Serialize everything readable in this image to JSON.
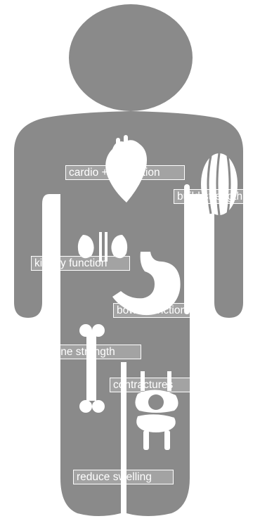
{
  "colors": {
    "body": "#8a8a8a",
    "organ": "#ffffff",
    "label_border": "#ffffff",
    "label_text": "#ffffff",
    "background": "#ffffff"
  },
  "icons": [
    "heart-icon",
    "forearm-muscle-icon",
    "kidneys-icon",
    "stomach-icon",
    "bone-icon",
    "knee-joint-icon"
  ],
  "labels": {
    "cardio": "cardio + circulation",
    "build_strength": "build strength",
    "kidney": "kidney function",
    "bowel": "bowel function",
    "bone": "bone strength",
    "contractures": "contractures",
    "swelling": "reduce swelling"
  }
}
